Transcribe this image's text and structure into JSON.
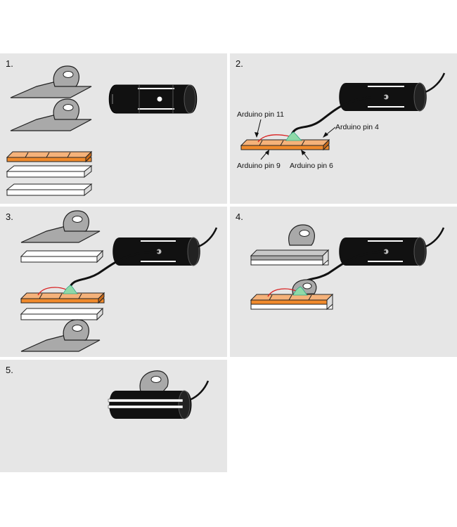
{
  "steps": [
    {
      "number": "1."
    },
    {
      "number": "2."
    },
    {
      "number": "3."
    },
    {
      "number": "4."
    },
    {
      "number": "5."
    }
  ],
  "labels": {
    "pin11": "Arduino pin 11",
    "pin4": "Arduino pin 4",
    "pin9": "Arduino pin 9",
    "pin6": "Arduino pin 6"
  },
  "colors": {
    "panel_bg": "#e6e6e6",
    "clip_metal": "#a9a9a9",
    "sensor_orange": "#f08a2c",
    "tube_black": "#111111",
    "wire_red": "#d92020",
    "solder_green": "#8fd9a8"
  }
}
